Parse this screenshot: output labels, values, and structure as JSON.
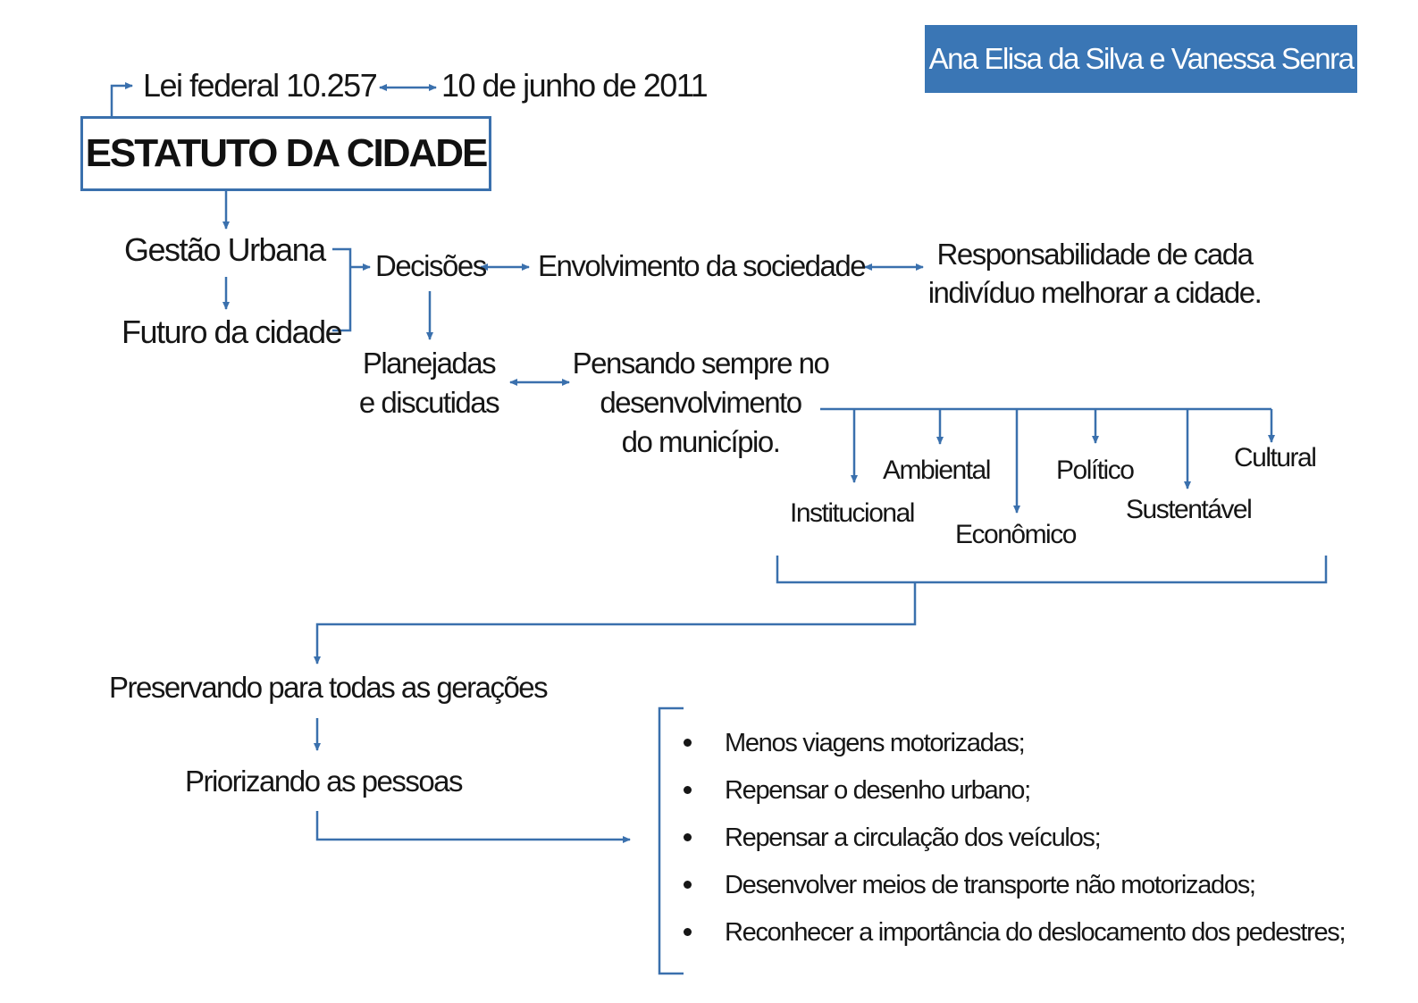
{
  "author": "Ana Elisa da Silva e Vanessa Senra",
  "law": "Lei federal 10.257",
  "date": "10 de junho de 2011",
  "title": "ESTATUTO DA CIDADE",
  "nodes": {
    "gestao": "Gestão Urbana",
    "futuro": "Futuro da cidade",
    "decisoes": "Decisões",
    "envolvimento": "Envolvimento da sociedade",
    "responsabilidade": [
      "Responsabilidade de cada",
      "indivíduo melhorar a cidade."
    ],
    "planejadas": [
      "Planejadas",
      "e discutidas"
    ],
    "pensando": [
      "Pensando sempre no",
      "desenvolvimento",
      "do município."
    ],
    "preservando": "Preservando para todas as gerações",
    "priorizando": "Priorizando as pessoas"
  },
  "dimensions": {
    "institucional": "Institucional",
    "ambiental": "Ambiental",
    "economico": "Econômico",
    "politico": "Político",
    "sustentavel": "Sustentável",
    "cultural": "Cultural"
  },
  "actions": [
    "Menos viagens motorizadas;",
    "Repensar o desenho urbano;",
    "Repensar a circulação  dos veículos;",
    "Desenvolver meios de transporte não motorizados;",
    "Reconhecer a importância do deslocamento dos pedestres;"
  ],
  "colors": {
    "line": "#3a70ad",
    "box": "#3a76b5",
    "text": "#161616"
  }
}
